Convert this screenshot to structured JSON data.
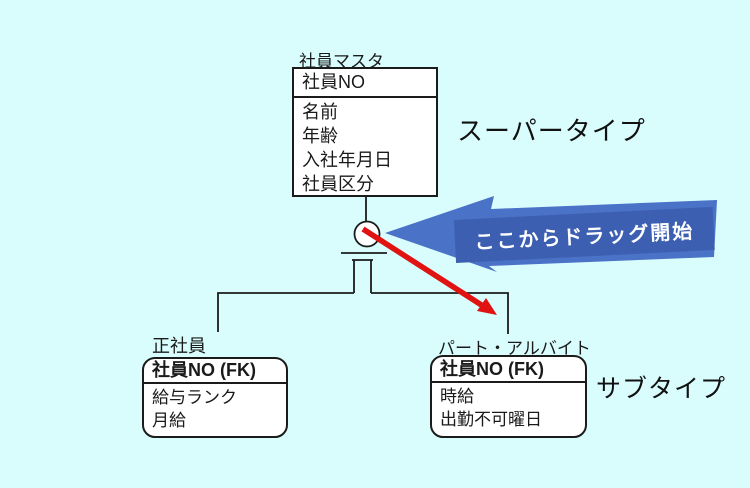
{
  "diagram": {
    "background_color": "#d9fdfd",
    "supertype_label": "スーパータイプ",
    "subtype_label": "サブタイプ",
    "supertype_entity": {
      "title": "社員マスタ",
      "key": "社員NO",
      "attributes": [
        "名前",
        "年齢",
        "入社年月日",
        "社員区分"
      ]
    },
    "subtype_entities": [
      {
        "title": "正社員",
        "key": "社員NO (FK)",
        "attributes": [
          "給与ランク",
          "月給"
        ]
      },
      {
        "title": "パート・アルバイト",
        "key": "社員NO (FK)",
        "attributes": [
          "時給",
          "出勤不可曜日"
        ]
      }
    ],
    "callout": {
      "text": "ここからドラッグ開始",
      "arrow_color": "#4a72c6",
      "band_color": "#3c5fb2",
      "text_color": "#ffffff"
    },
    "drag_arrow_color": "#e01212",
    "line_color": "#1b1b1b"
  }
}
